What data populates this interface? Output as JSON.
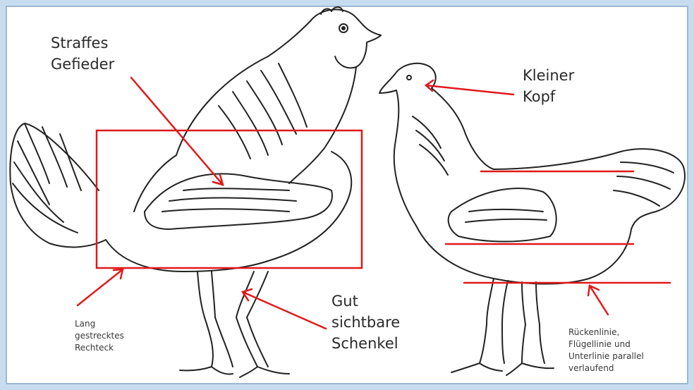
{
  "annotations": {
    "straffes_gefieder": "Straffes\nGefieder",
    "kleiner_kopf": "Kleiner\nKopf",
    "gut_sichtbare_schenkel": "Gut\nsichtbare\nSchenkel",
    "lang_gestrecktes_rechteck": "Lang\ngestrecktes\nRechteck",
    "linien_parallel": "Rückenlinie,\nFlügellinie und\nUnterlinie parallel\nverlaufend"
  },
  "colors": {
    "annotation": "#e0191b",
    "ink": "#222222",
    "frame": "#c7dcee"
  },
  "figures": [
    "rooster-drawing",
    "hen-drawing"
  ]
}
